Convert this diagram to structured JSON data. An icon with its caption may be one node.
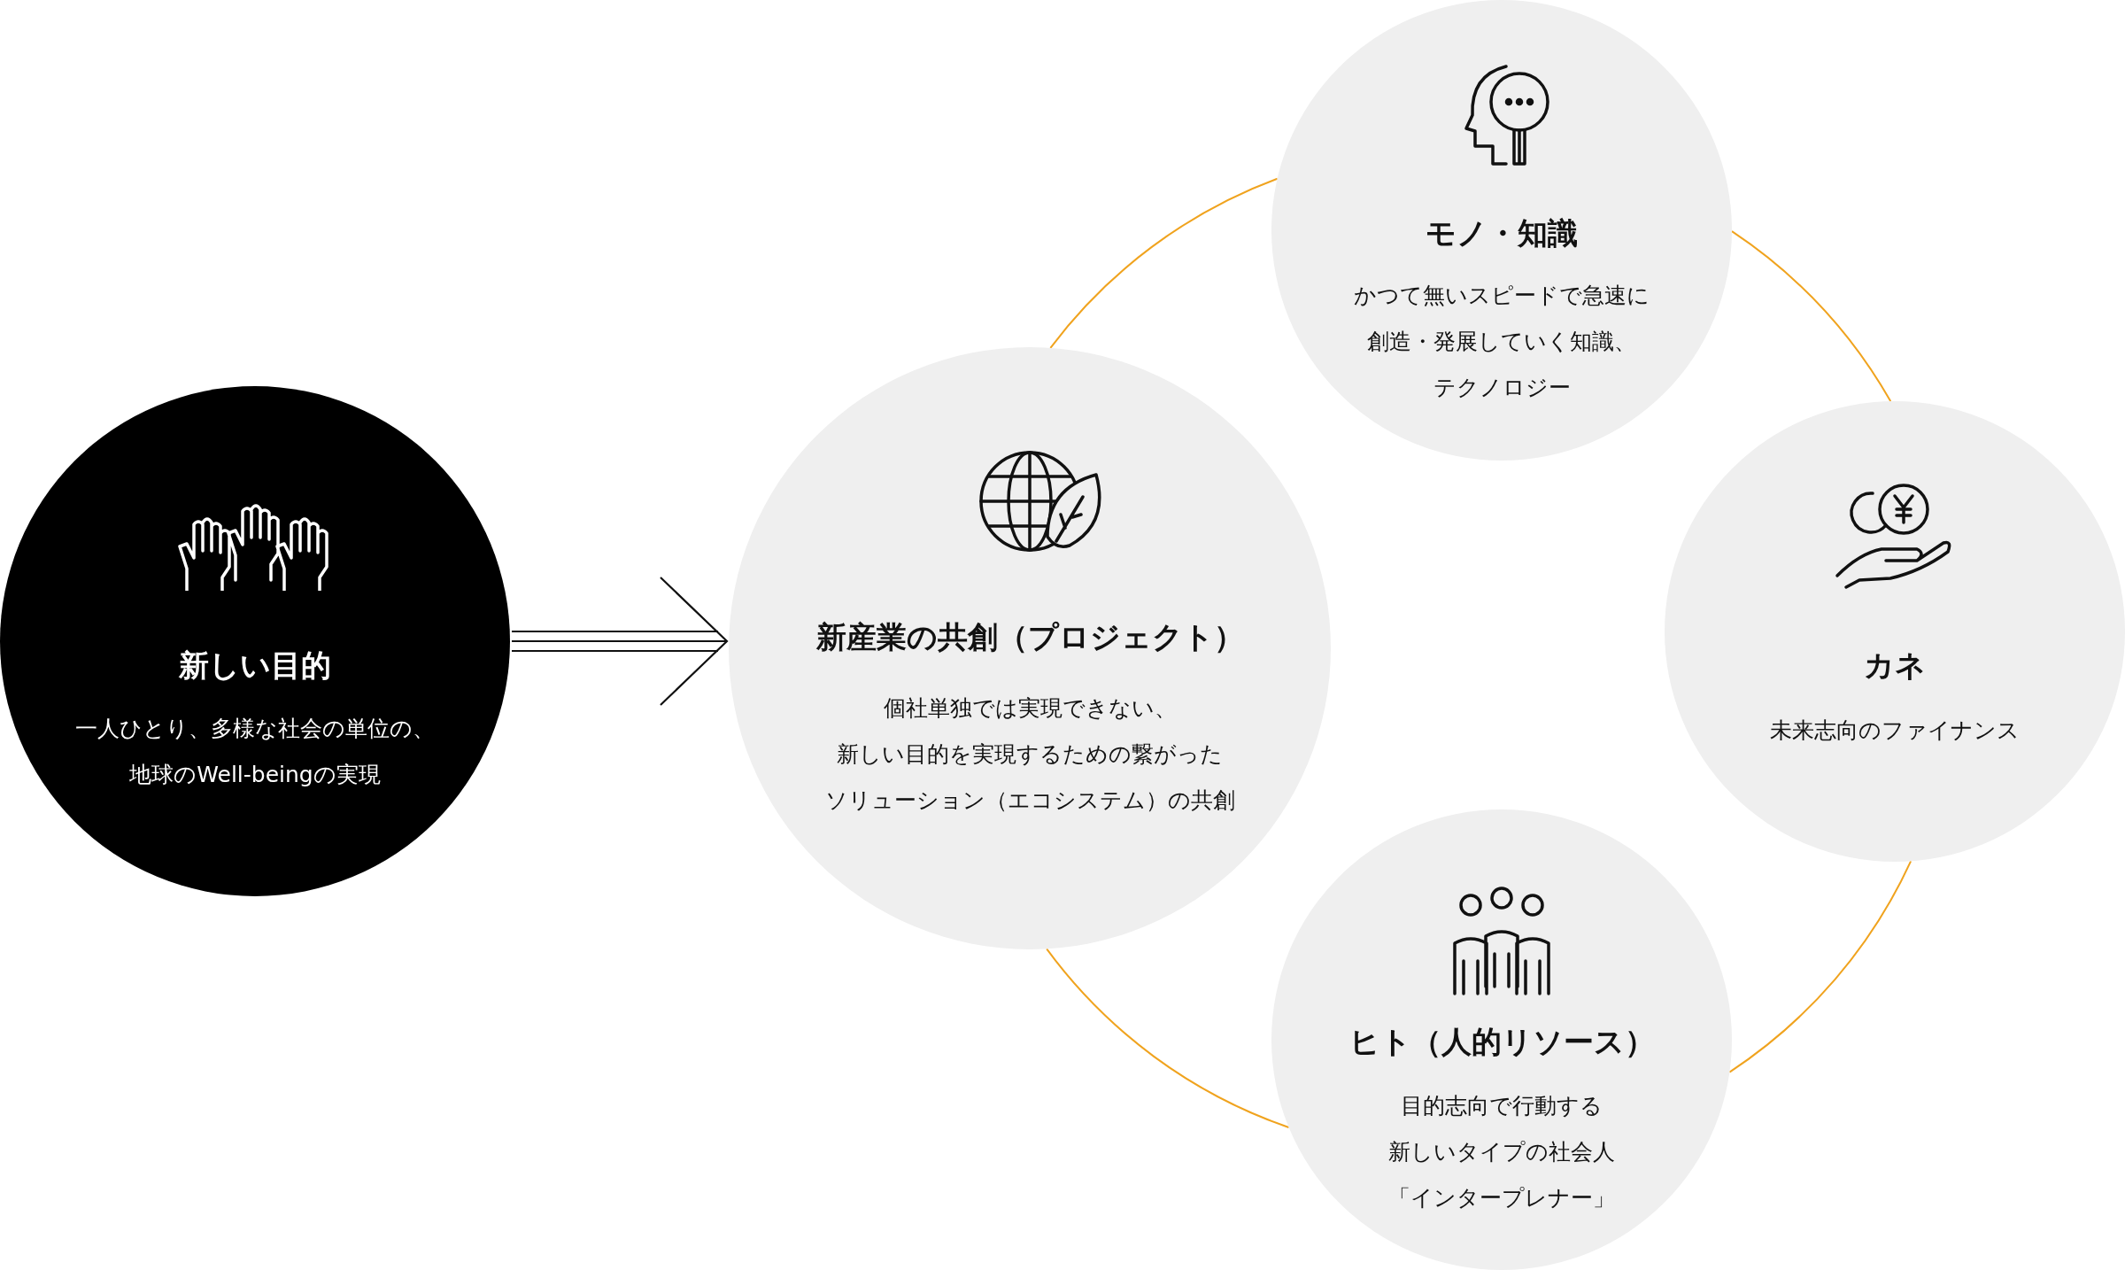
{
  "diagram": {
    "nodes": [
      {
        "text": [
          "新しい目的",
          "一人ひとり、多様な社会の単位の、地球のWell-beingの実現"
        ]
      },
      {
        "text": [
          "新産業の共創（プロジェクト）",
          "個社単独では実現できない、新しい目的を実現するための繋がったソリューション（エコシステム）の共創"
        ]
      },
      {
        "text": [
          "モノ・知識",
          "かつて無いスピードで急速に創造・発展していく知識、テクノロジー"
        ]
      },
      {
        "text": [
          "カネ",
          "未来志向のファイナンス"
        ]
      },
      {
        "text": [
          "ヒト（人的リソース）",
          "目的志向で行動する新しいタイプの社会人「インタープレナー」"
        ]
      }
    ],
    "edges": [
      {
        "from": 0,
        "to": 1,
        "arrow": "to",
        "color": "#111111"
      },
      {
        "from": 1,
        "to": 2,
        "arrow": "none",
        "color": "#f0a31e"
      },
      {
        "from": 2,
        "to": 3,
        "arrow": "none",
        "color": "#f0a31e"
      },
      {
        "from": 3,
        "to": 4,
        "arrow": "none",
        "color": "#f0a31e"
      },
      {
        "from": 4,
        "to": 1,
        "arrow": "none",
        "color": "#f0a31e"
      }
    ]
  }
}
